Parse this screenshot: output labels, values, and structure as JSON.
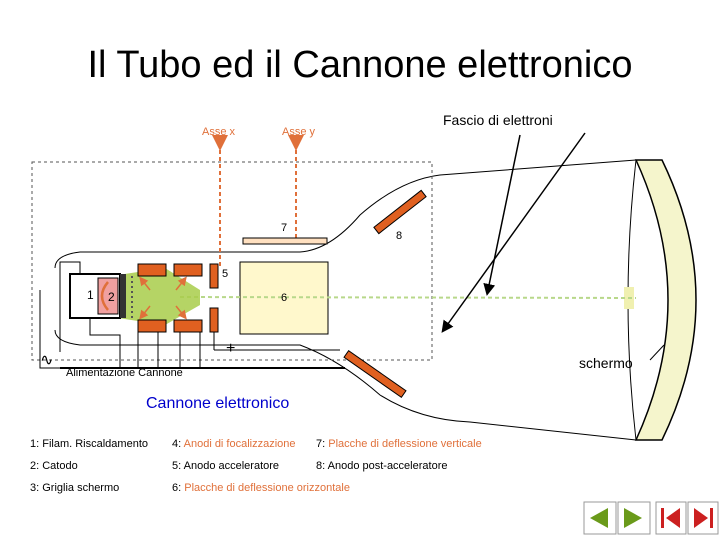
{
  "title": "Il Tubo ed il Cannone elettronico",
  "labels": {
    "asse_x": "Asse x",
    "asse_y": "Asse y",
    "fascio": "Fascio di elettroni",
    "schermo": "schermo",
    "alimentazione": "Alimentazione Cannone",
    "cannone": "Cannone elettronico",
    "plus": "+",
    "ac": "∿",
    "n1": "1",
    "n2": "2",
    "n5": "5",
    "n6": "6",
    "n7": "7",
    "n8": "8"
  },
  "legend": {
    "l1": "1: Filam. Riscaldamento",
    "l2": "2: Catodo",
    "l3": "3: Griglia schermo",
    "l4_num": "4: ",
    "l4_txt": "Anodi di focalizzazione",
    "l5": "5: Anodo acceleratore",
    "l6_num": "6: ",
    "l6_txt": "Placche di deflessione orizzontale",
    "l7_num": "7: ",
    "l7_txt": "Placche di deflessione verticale",
    "l8": "8: Anodo post-acceleratore"
  },
  "colors": {
    "arrow": "#e0703a",
    "electrode": "#e06020",
    "screen": "#f5f5cc",
    "gun_glow": "#a8cc4a",
    "cathode": "#f0a0a0",
    "plate": "#fff8cc",
    "nav_green": "#6a9a1a",
    "nav_red": "#cc2020"
  },
  "nav": {
    "buttons": [
      "back-icon",
      "forward-icon",
      "first-icon",
      "last-icon"
    ]
  }
}
